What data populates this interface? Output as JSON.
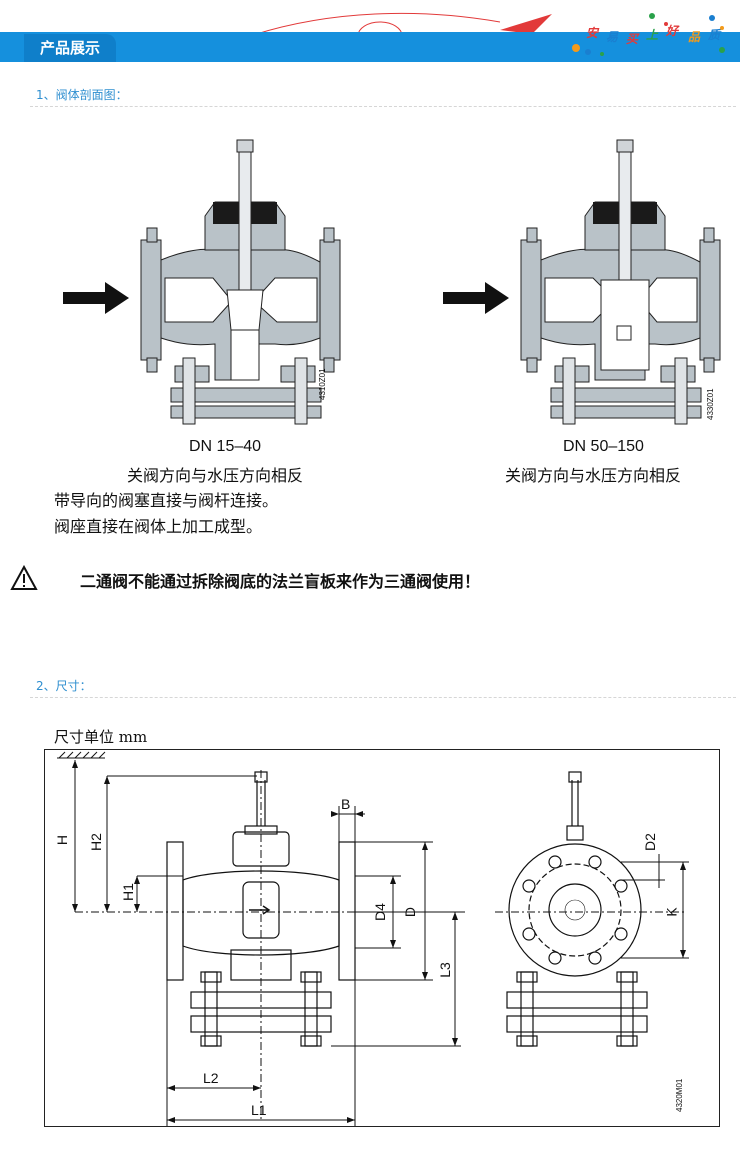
{
  "header": {
    "title": "产品展示",
    "slogan": [
      "安",
      "易",
      "买",
      "上",
      "好",
      "品",
      "质"
    ]
  },
  "section1": {
    "label": "1、阀体剖面图：",
    "left_figure": {
      "code": "4310Z01",
      "dn": "DN 15–40",
      "desc1": "关阀方向与水压方向相反",
      "desc2": "带导向的阀塞直接与阀杆连接。",
      "desc3": "阀座直接在阀体上加工成型。"
    },
    "right_figure": {
      "code": "4330Z01",
      "dn": "DN 50–150",
      "desc1": "关阀方向与水压方向相反"
    }
  },
  "warning": {
    "icon": "warning-triangle-icon",
    "text": "二通阀不能通过拆除阀底的法兰盲板来作为三通阀使用！"
  },
  "section2": {
    "label": "2、尺寸：",
    "unit": "尺寸单位 mm",
    "drawing": {
      "code": "4320M01",
      "dims": {
        "H": "H",
        "H2": "H2",
        "H1": "H1",
        "B": "B",
        "D4": "D4",
        "D": "D",
        "L3": "L3",
        "L2": "L2",
        "L1": "L1",
        "D2": "D2",
        "K": "K"
      }
    }
  },
  "colors": {
    "brand_blue": "#1590dd",
    "section_label": "#2f8fd0",
    "valve_body": "#b9c2c8"
  }
}
